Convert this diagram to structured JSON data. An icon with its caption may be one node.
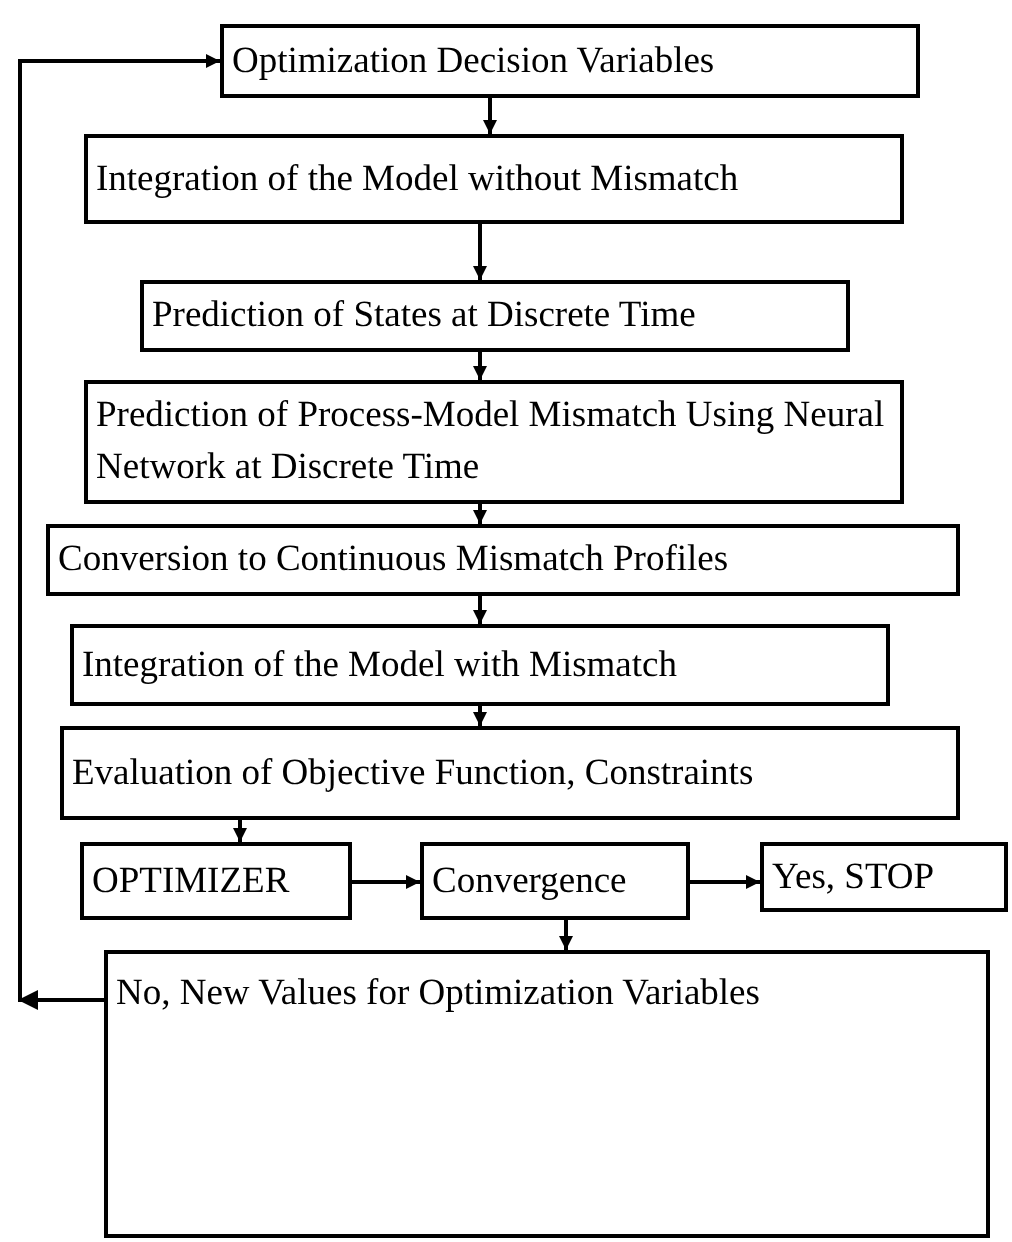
{
  "diagram": {
    "nodes": [
      {
        "text": [
          "Optimization Decision Variables"
        ]
      },
      {
        "text": [
          "Integration of the Model without Mismatch"
        ]
      },
      {
        "text": [
          "Prediction of States at Discrete Time"
        ]
      },
      {
        "text": [
          "Prediction of Process-Model Mismatch Using Neural Network at Discrete Time"
        ]
      },
      {
        "text": [
          "Conversion to Continuous Mismatch Profiles"
        ]
      },
      {
        "text": [
          "Integration of the Model with Mismatch"
        ]
      },
      {
        "text": [
          "Evaluation of Objective Function, Constraints"
        ]
      },
      {
        "text": [
          "OPTIMIZER"
        ]
      },
      {
        "text": [
          "Convergence"
        ]
      },
      {
        "text": [
          "Yes, STOP"
        ]
      },
      {
        "text": [
          "No, New Values for Optimization Variables"
        ]
      }
    ],
    "edges": [
      {
        "from": 0,
        "to": 1,
        "arrow": "to"
      },
      {
        "from": 1,
        "to": 2,
        "arrow": "to"
      },
      {
        "from": 2,
        "to": 3,
        "arrow": "to"
      },
      {
        "from": 3,
        "to": 4,
        "arrow": "to"
      },
      {
        "from": 4,
        "to": 5,
        "arrow": "to"
      },
      {
        "from": 5,
        "to": 6,
        "arrow": "to"
      },
      {
        "from": 6,
        "to": 7,
        "arrow": "to"
      },
      {
        "from": 7,
        "to": 8,
        "arrow": "to"
      },
      {
        "from": 8,
        "to": 9,
        "arrow": "to"
      },
      {
        "from": 8,
        "to": 10,
        "arrow": "to"
      },
      {
        "from": 10,
        "to": 0,
        "arrow": "to"
      }
    ]
  }
}
